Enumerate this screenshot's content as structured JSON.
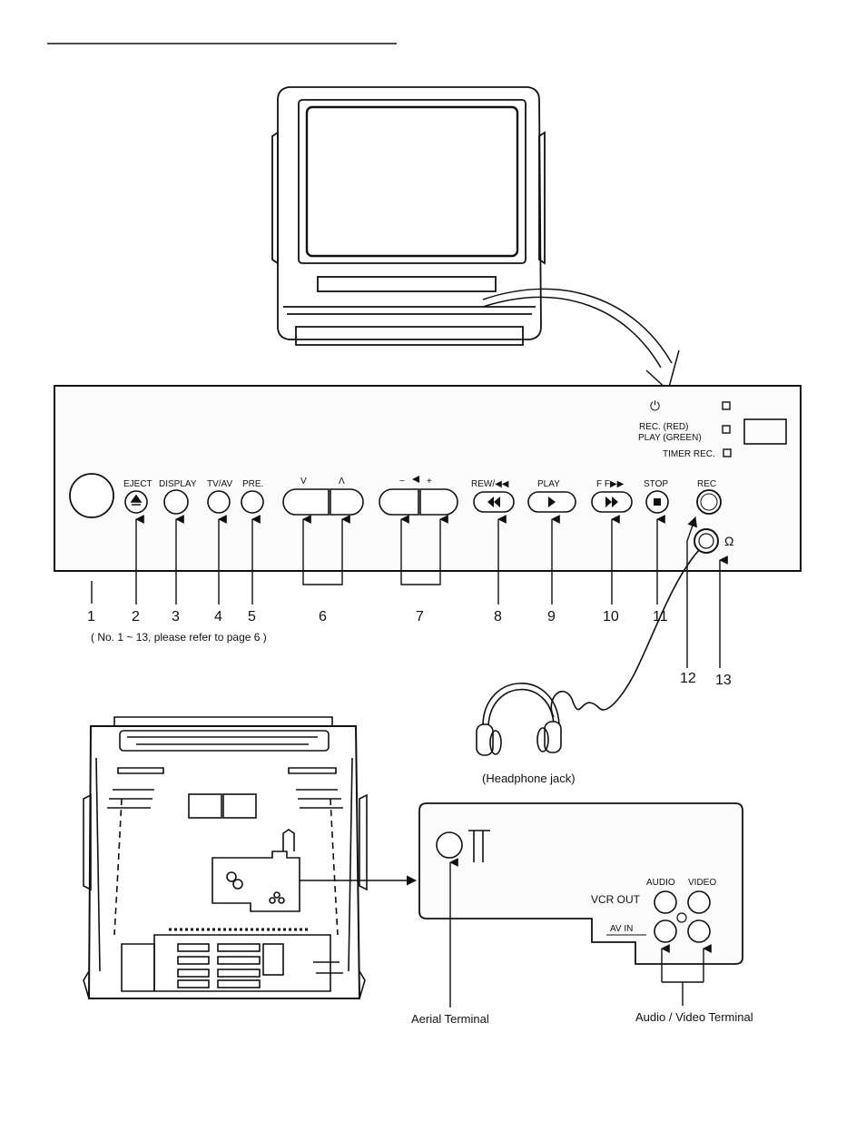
{
  "panel": {
    "indicators": {
      "power_symbol": "⏻",
      "rec_red": "REC. (RED)",
      "play_green": "PLAY (GREEN)",
      "timer_rec": "TIMER REC."
    },
    "buttons": {
      "eject": "EJECT",
      "display": "DISPLAY",
      "tvav": "TV/AV",
      "pre": "PRE.",
      "ch_down": "V",
      "ch_up": "Λ",
      "vol_minus": "−",
      "vol_plus": "+",
      "rew": "REW/◀◀",
      "play": "PLAY",
      "ff": "F F▶▶",
      "stop": "STOP",
      "rec": "REC"
    },
    "headphone_symbol": "Ω"
  },
  "callouts": [
    "1",
    "2",
    "3",
    "4",
    "5",
    "6",
    "7",
    "8",
    "9",
    "10",
    "11",
    "12",
    "13"
  ],
  "note": "( No. 1 ~ 13, please refer to page 6 )",
  "headphone_caption": "(Headphone jack)",
  "rear_terminal": {
    "audio": "AUDIO",
    "video": "VIDEO",
    "vcr_out": "VCR OUT",
    "av_in": "AV IN",
    "aerial_caption": "Aerial Terminal",
    "av_caption": "Audio / Video Terminal"
  }
}
